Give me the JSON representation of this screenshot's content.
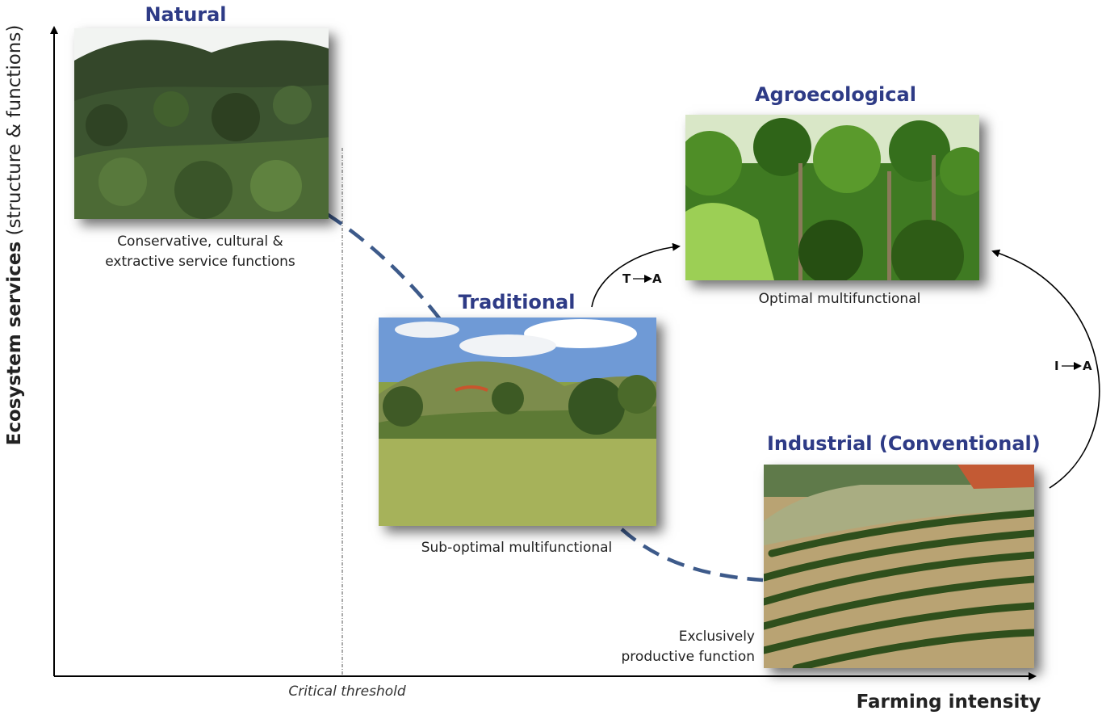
{
  "axes": {
    "y_label_bold": "Ecosystem services",
    "y_label_rest": " (structure & functions)",
    "x_label": "Farming intensity",
    "threshold_label": "Critical threshold"
  },
  "systems": {
    "natural": {
      "title": "Natural",
      "caption_line1": "Conservative, cultural &",
      "caption_line2": "extractive service functions"
    },
    "traditional": {
      "title": "Traditional",
      "caption": "Sub-optimal multifunctional"
    },
    "agroecological": {
      "title": "Agroecological",
      "caption": "Optimal multifunctional"
    },
    "industrial": {
      "title": "Industrial (Conventional)",
      "caption_line1": "Exclusively",
      "caption_line2": "productive function"
    }
  },
  "transitions": {
    "t_to_a_from": "T",
    "t_to_a_to": "A",
    "i_to_a_from": "I",
    "i_to_a_to": "A"
  },
  "colors": {
    "title": "#2e3b86",
    "curve": "#3d5a8a",
    "axis": "#000000"
  },
  "icons": {
    "photo_natural": "forest-photo",
    "photo_traditional": "pasture-photo",
    "photo_agroecological": "palm-forest-photo",
    "photo_industrial": "coffee-plantation-photo"
  }
}
